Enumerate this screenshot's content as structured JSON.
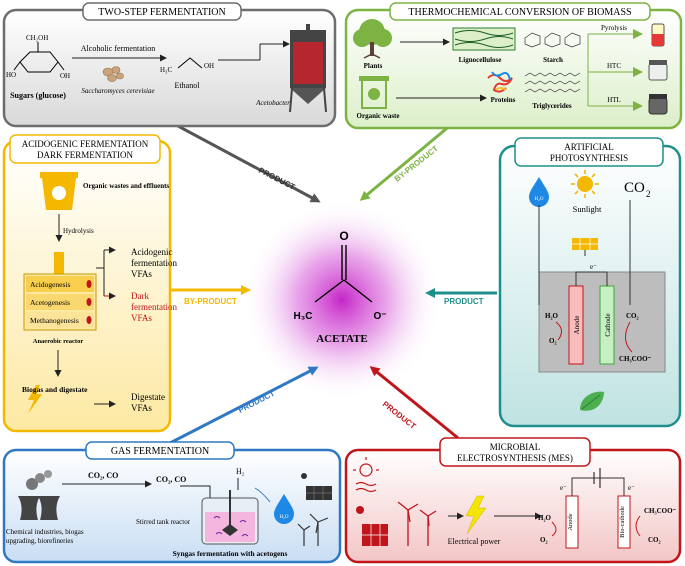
{
  "center": {
    "title": "ACETATE",
    "carbonyl_o": "O",
    "methyl": "H₃C",
    "anion_o": "O⁻"
  },
  "arrows": {
    "top_left": "PRODUCT",
    "top_right": "BY-PRODUCT",
    "left": "BY-PRODUCT",
    "right": "PRODUCT",
    "bottom_left": "PRODUCT",
    "bottom_right": "PRODUCT"
  },
  "panels": {
    "two_step": {
      "title": "TWO-STEP FERMENTATION",
      "glucose_ch2oh": "CH₂OH",
      "oh": "OH",
      "ho": "HO",
      "glucose_label": "Sugars (glucose)",
      "step1": "Alcoholic fermentation",
      "yeast": "Saccharomyces cerevisiae",
      "ethanol_h3c": "H₃C",
      "ethanol_oh": "OH",
      "ethanol": "Ethanol",
      "acetobacter": "Acetobacter"
    },
    "thermochemical": {
      "title": "THERMOCHEMICAL CONVERSION OF BIOMASS",
      "plants": "Plants",
      "organic_waste": "Organic waste",
      "lignocellulose": "Lignocellulose",
      "starch": "Starch",
      "proteins": "Proteins",
      "triglycerides": "Triglycerides",
      "pyrolysis": "Pyrolysis",
      "htc": "HTC",
      "htl": "HTL"
    },
    "acidogenic": {
      "title1": "ACIDOGENIC FERMENTATION",
      "title2": "DARK FERMENTATION",
      "waste": "Organic wastes and effluents",
      "hydrolysis": "Hydrolysis",
      "acidogenesis": "Acidogenesis",
      "acetogenesis": "Acetogenesis",
      "methanogenesis": "Methanogenesis",
      "reactor": "Anaerobic reactor",
      "out1_a": "Acidogenic",
      "out1_b": "fermentation",
      "out1_c": "VFAs",
      "out2_a": "Dark",
      "out2_b": "fermentation",
      "out2_c": "VFAs",
      "biogas": "Biogas and digestate",
      "out3_a": "Digestate",
      "out3_b": "VFAs"
    },
    "artificial": {
      "title1": "ARTIFICIAL",
      "title2": "PHOTOSYNTHESIS",
      "h2o_drop": "H₂O",
      "sunlight": "Sunlight",
      "co2": "CO",
      "co2_sub": "2",
      "electron": "e⁻",
      "h2o": "H₂O",
      "o2": "O₂",
      "anode": "Anode",
      "cathode": "Cathode",
      "co2_in": "CO₂",
      "acetate": "CH₃COO⁻"
    },
    "gas": {
      "title": "GAS FERMENTATION",
      "gas1": "CO₂, CO",
      "gas2": "CO₂, CO",
      "h2": "H₂",
      "industry1": "Chemical industries, biogas",
      "industry2": "upgrading, biorefineries",
      "reactor": "Stirred tank reactor",
      "syngas": "Syngas fermentation with acetogens",
      "h2o": "H₂O"
    },
    "mes": {
      "title1": "MICROBIAL",
      "title2": "ELECTROSYNTHESIS (MES)",
      "power": "Electrical power",
      "e1": "e⁻",
      "e2": "e⁻",
      "h2o": "H₂O",
      "o2": "O₂",
      "anode": "Anode",
      "biocathode": "Bio-cathode",
      "acetate": "CH₃COO⁻",
      "co2": "CO₂"
    }
  },
  "colors": {
    "two_step": "#6d6d6d",
    "thermochemical": "#7cb342",
    "acidogenic": "#f5b800",
    "artificial": "#1f8f8c",
    "gas": "#2f78c4",
    "mes": "#c0161b",
    "center": "#c21ac4"
  }
}
